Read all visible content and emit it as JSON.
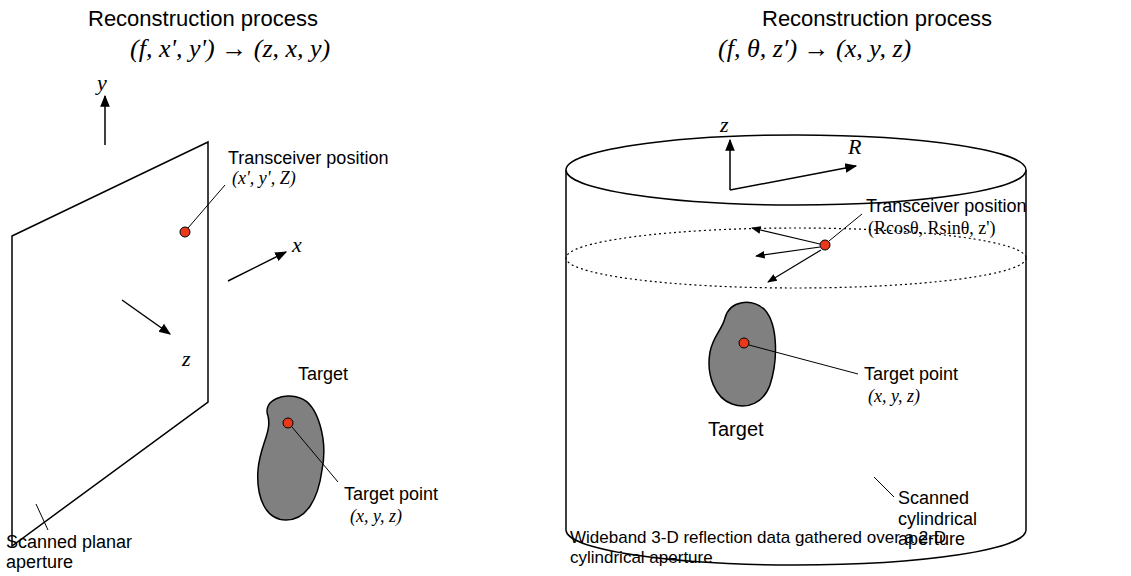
{
  "diagram": {
    "labels": [
      "Reconstruction process",
      "(f, x', y') → (z, x, y)",
      "y",
      "x",
      "z",
      "Transceiver position",
      "(x', y', Z)",
      "Target",
      "Target point",
      "(x, y, z)",
      "Scanned planar aperture",
      "Reconstruction process",
      "(f, θ, z′) → (x, y, z)",
      "z",
      "R",
      "Transceiver position",
      "(Rcosθ, Rsinθ, z')",
      "Target point",
      "(x, y, z)",
      "Target",
      "Scanned cylindrical aperture",
      "Wideband 3-D reflection data gathered over a 2-D cylindrical aperture"
    ]
  }
}
